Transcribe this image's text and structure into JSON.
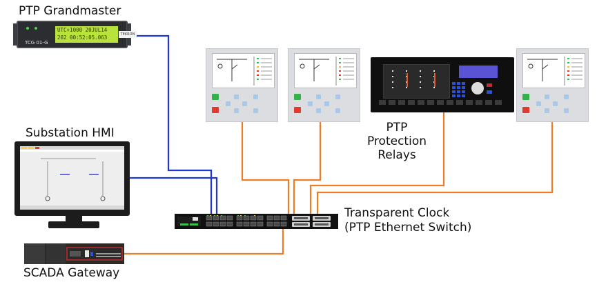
{
  "labels": {
    "gm": "PTP Grandmaster",
    "hmi": "Substation HMI",
    "relays_l1": "PTP",
    "relays_l2": "Protection",
    "relays_l3": "Relays",
    "tc_l1": "Transparent Clock",
    "tc_l2": "(PTP Ethernet Switch)",
    "scada": "SCADA Gateway"
  },
  "grandmaster": {
    "lcd_line1": "UTC+1000 20JUL14",
    "lcd_line2": "202 00:52:05.063",
    "model": "TCG 01-G",
    "brand": "TEKRON"
  },
  "colors": {
    "ptp_link": "#1f35d6",
    "ethernet_link": "#f07b22",
    "relay_trip": "#e23a2e",
    "relay_close": "#36b04a",
    "relay_nav": "#a8c8ee"
  }
}
